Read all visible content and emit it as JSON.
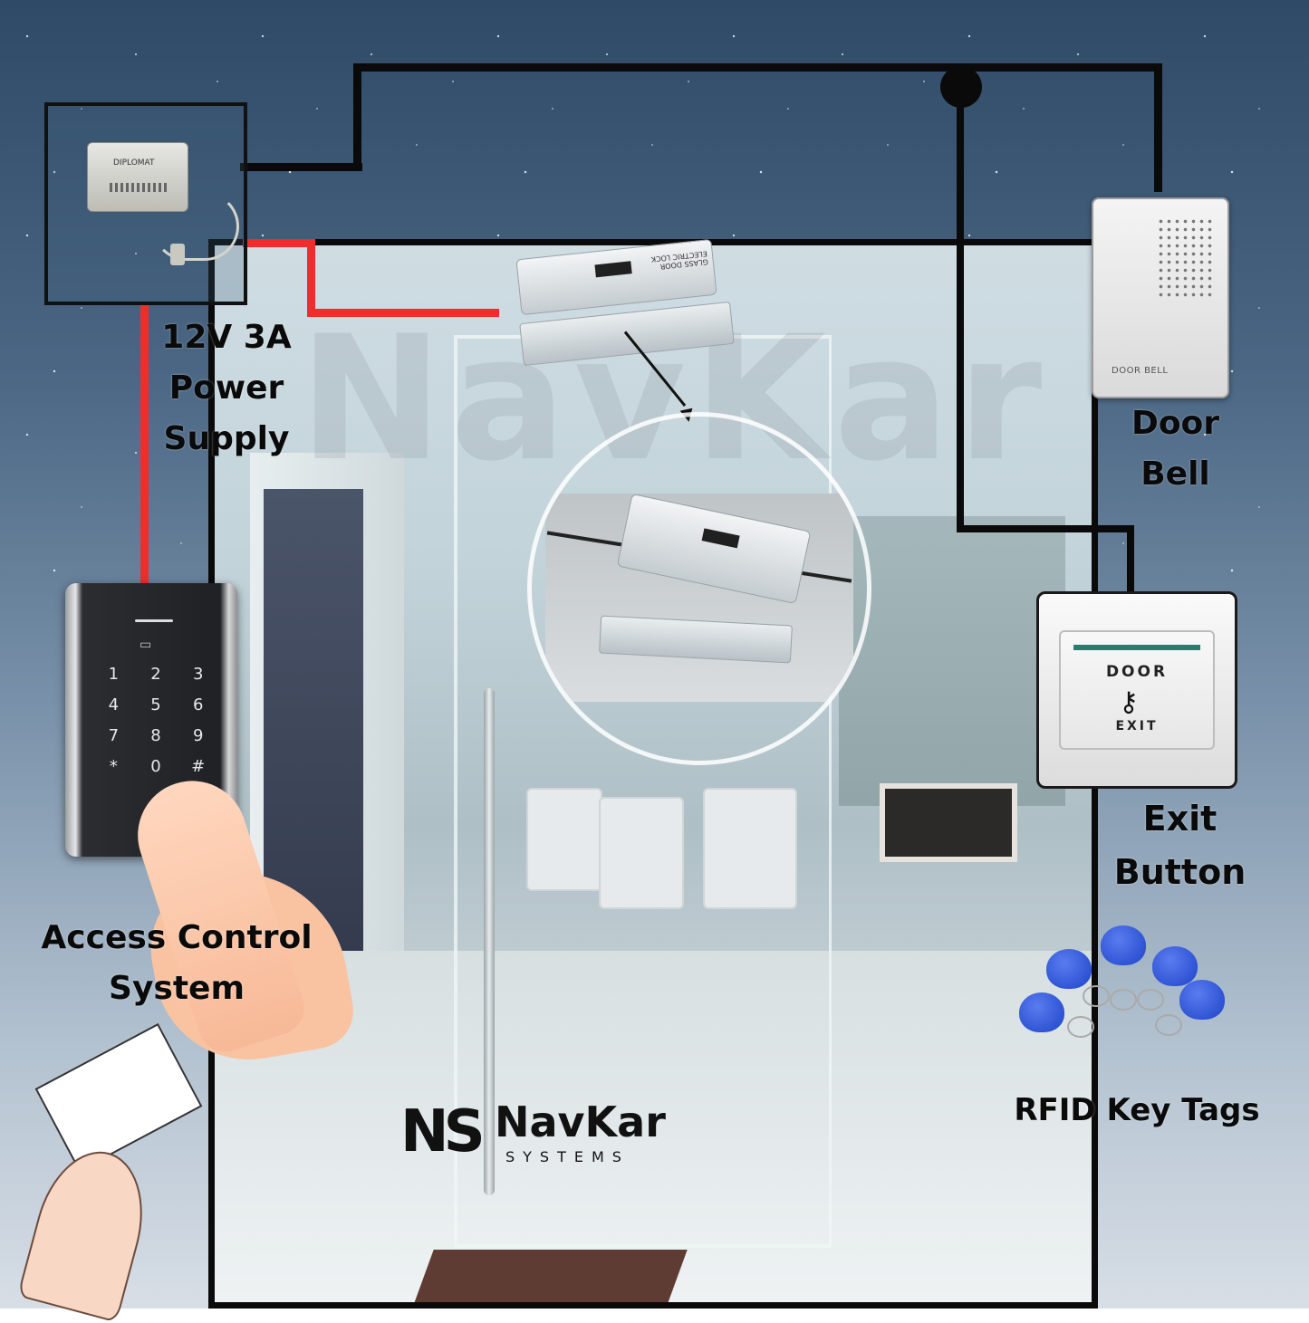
{
  "labels": {
    "power_supply": [
      "12V 3A",
      "Power",
      "Supply"
    ],
    "door_bell": [
      "Door",
      "Bell"
    ],
    "exit_button": [
      "Exit",
      "Button"
    ],
    "access_control": [
      "Access Control",
      "System"
    ],
    "rfid_tags": "RFID Key Tags"
  },
  "devices": {
    "power_supply_brand": "DIPLOMAT",
    "door_bell_text": "DOOR BELL",
    "exit_button_top": "DOOR",
    "exit_button_bottom": "EXIT",
    "keypad_keys": [
      "1",
      "2",
      "3",
      "4",
      "5",
      "6",
      "7",
      "8",
      "9",
      "*",
      "0",
      "#"
    ],
    "lock_text": "GLASS DOOR ELECTRIC LOCK"
  },
  "logo": {
    "mark": "NS",
    "name": "NavKar",
    "tagline": "SYSTEMS"
  },
  "colors": {
    "wire_power": "#ef2d2d",
    "wire_signal": "#0a0a0a"
  }
}
